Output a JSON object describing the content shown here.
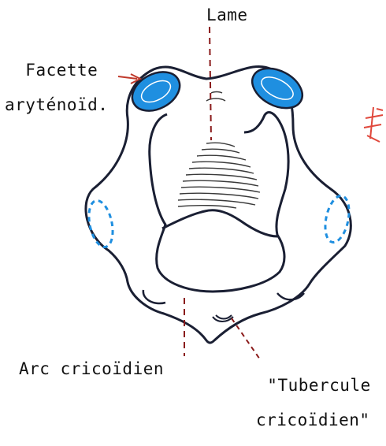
{
  "labels": {
    "lame": "Lame",
    "facette_line1": "Facette",
    "facette_line2": "aryténoïd.",
    "arc": "Arc cricoïdien",
    "tubercule_line1": "\"Tubercule",
    "tubercule_line2": "cricoïdien\""
  },
  "colors": {
    "outline": "#1a1f33",
    "facet_fill": "#1f8fe0",
    "facet_dashed": "#1f8fe0",
    "leader": "#8a1a1a",
    "arrow": "#c0392b",
    "mark": "#e0483c"
  }
}
